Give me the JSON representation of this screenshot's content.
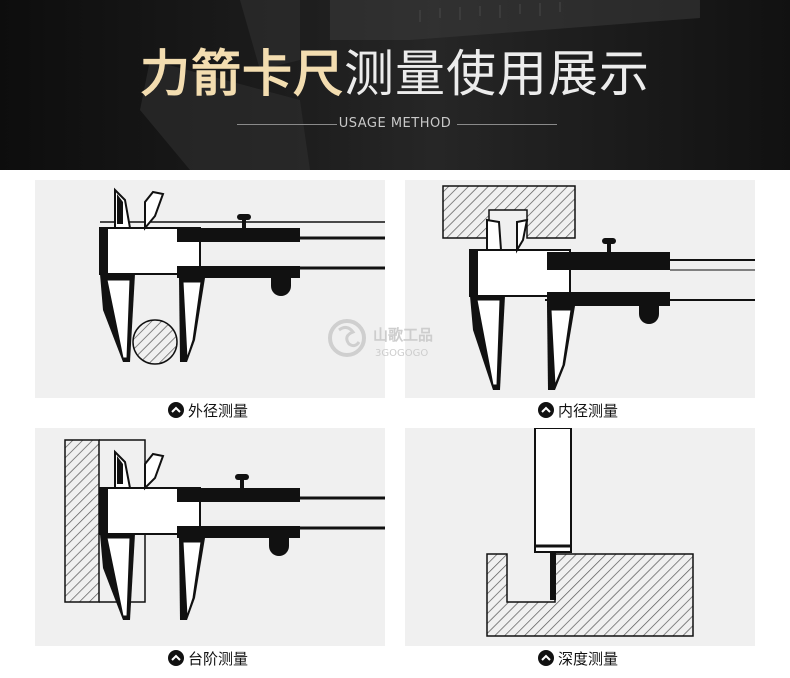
{
  "banner": {
    "title_highlight": "力箭卡尺",
    "title_rest": "测量使用展示",
    "subtitle": "USAGE METHOD"
  },
  "panels": [
    {
      "caption": "外径测量",
      "icon": "chevron-up-icon"
    },
    {
      "caption": "内径测量",
      "icon": "chevron-up-icon"
    },
    {
      "caption": "台阶测量",
      "icon": "chevron-up-icon"
    },
    {
      "caption": "深度测量",
      "icon": "chevron-up-icon"
    }
  ],
  "watermark": {
    "brand_cn": "山歌工品",
    "brand_en": "3GOGOGO"
  },
  "colors": {
    "banner_bg": "#1a1a1a",
    "title_gold": "#f3ddb0",
    "panel_bg": "#f0f0f0",
    "watermark": "#c8c8c8"
  }
}
